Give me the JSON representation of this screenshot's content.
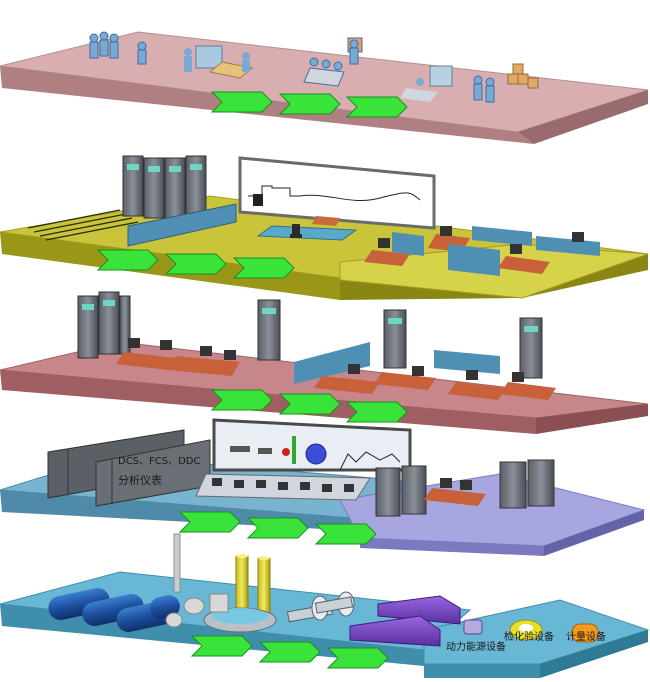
{
  "labels": {
    "control_systems": "DCS、FCS、DDC",
    "analyzers": "分析仪表",
    "power_equipment": "动力能源设备",
    "lab_equipment": "检化验设备",
    "metering_equipment": "计量设备"
  },
  "colors": {
    "layer1": "#d8aeb0",
    "layer2": "#c9c43a",
    "layer3": "#c7878a",
    "layer4": "#78b3cf",
    "layer4b": "#a7a6e0",
    "layer5": "#68b7d4",
    "arrow": "#39e33a"
  }
}
